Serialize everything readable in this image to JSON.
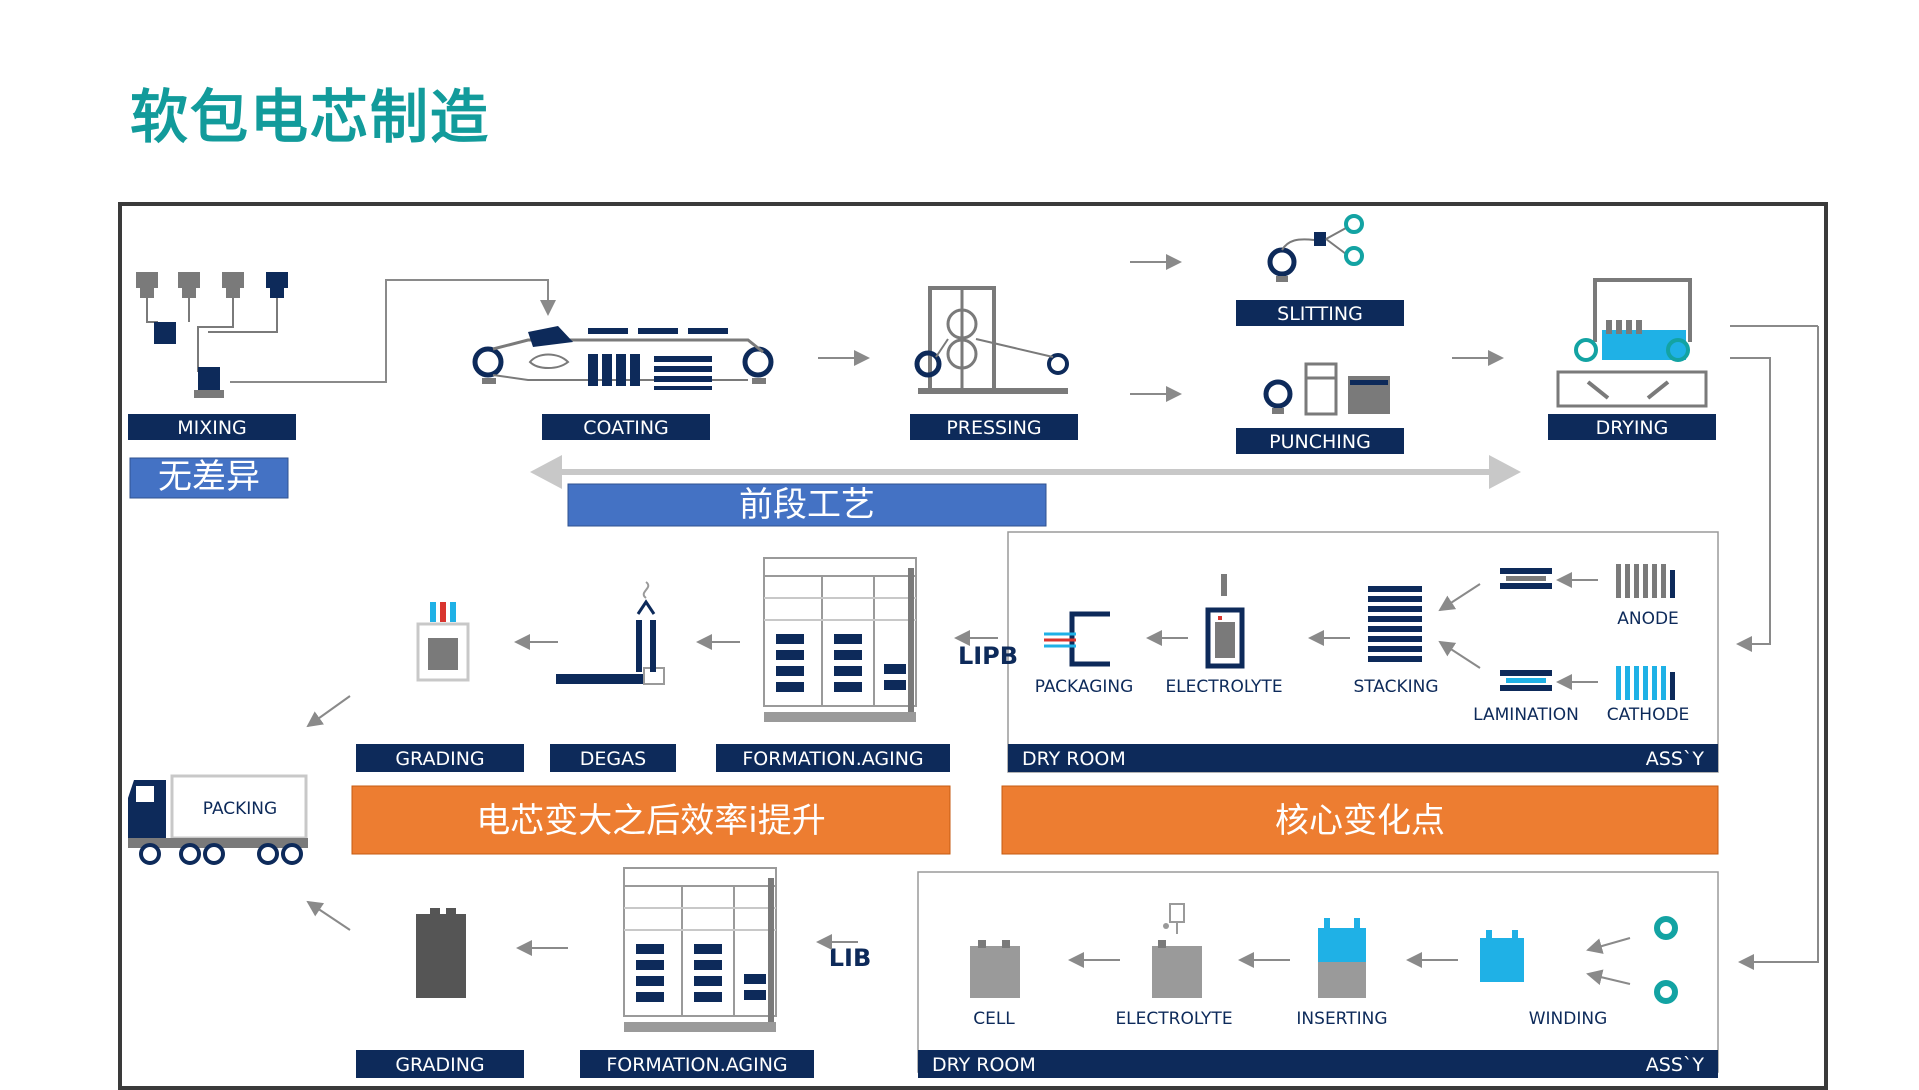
{
  "title": "软包电芯制造",
  "top_row": {
    "mixing": "MIXING",
    "coating": "COATING",
    "pressing": "PRESSING",
    "slitting": "SLITTING",
    "punching": "PUNCHING",
    "drying": "DRYING"
  },
  "callouts": {
    "no_difference": "无差异",
    "front_process": "前段工艺",
    "efficiency": "电芯变大之后效率i提升",
    "core_change": "核心变化点"
  },
  "lipb_row": {
    "line_label": "LIPB",
    "grading": "GRADING",
    "degas": "DEGAS",
    "formation": "FORMATION.AGING",
    "dry_room": "DRY ROOM",
    "assy": "ASS`Y",
    "packaging": "PACKAGING",
    "electrolyte": "ELECTROLYTE",
    "stacking": "STACKING",
    "anode": "ANODE",
    "lamination": "LAMINATION",
    "cathode": "CATHODE"
  },
  "packing": "PACKING",
  "lib_row": {
    "line_label": "LIB",
    "grading": "GRADING",
    "formation": "FORMATION.AGING",
    "dry_room": "DRY ROOM",
    "assy": "ASS`Y",
    "cell": "CELL",
    "electrolyte": "ELECTROLYTE",
    "inserting": "INSERTING",
    "winding": "WINDING"
  },
  "colors": {
    "title": "#129b9b",
    "navy": "#0d2a5a",
    "callout_blue": "#4472c4",
    "callout_orange": "#ed7d31",
    "teal": "#13a3a3",
    "cyan": "#1fb1e6"
  }
}
